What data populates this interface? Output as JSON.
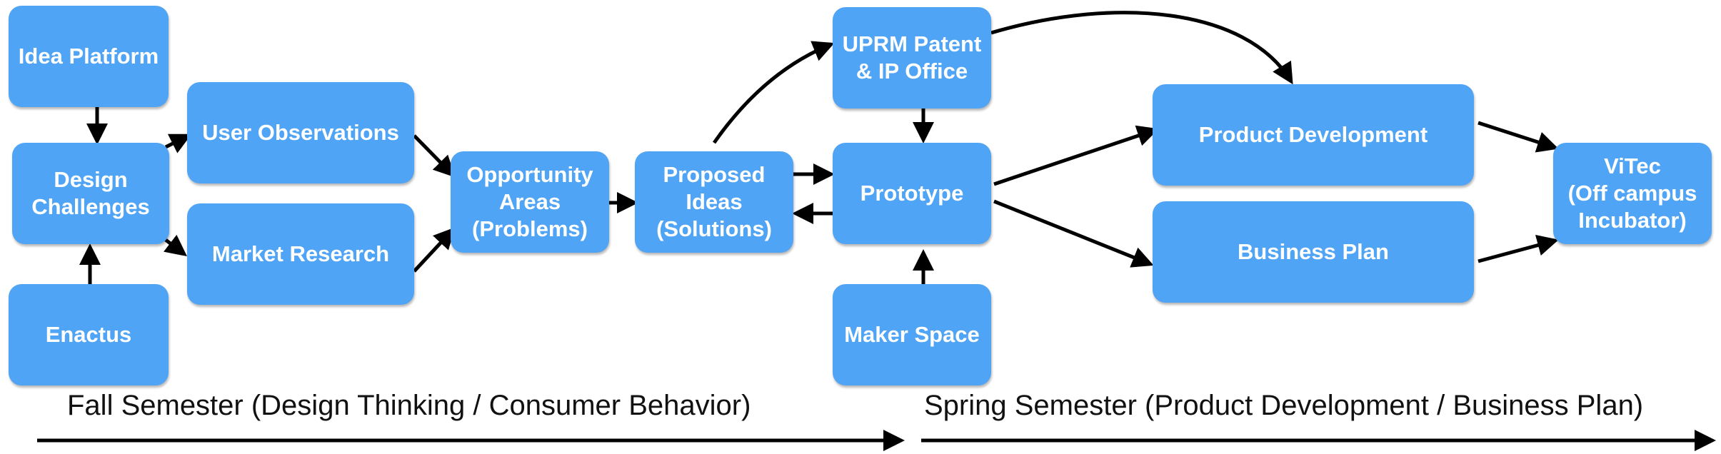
{
  "diagram": {
    "nodes": {
      "idea_platform": "Idea Platform",
      "design_challenges": "Design\nChallenges",
      "enactus": "Enactus",
      "user_observations": "User Observations",
      "market_research": "Market Research",
      "opportunity_areas": "Opportunity\nAreas\n(Problems)",
      "proposed_ideas": "Proposed\nIdeas\n(Solutions)",
      "uprm_patent": "UPRM Patent\n& IP Office",
      "prototype": "Prototype",
      "maker_space": "Maker Space",
      "product_development": "Product Development",
      "business_plan": "Business Plan",
      "vitec": "ViTec\n(Off campus\nIncubator)"
    },
    "captions": {
      "fall": "Fall Semester (Design Thinking / Consumer Behavior)",
      "spring": "Spring Semester (Product Development / Business Plan)"
    },
    "colors": {
      "node_fill": "#50a4f5",
      "node_text": "#ffffff",
      "arrow": "#000000"
    },
    "edges": [
      [
        "idea_platform",
        "design_challenges"
      ],
      [
        "enactus",
        "design_challenges"
      ],
      [
        "design_challenges",
        "user_observations"
      ],
      [
        "design_challenges",
        "market_research"
      ],
      [
        "user_observations",
        "opportunity_areas"
      ],
      [
        "market_research",
        "opportunity_areas"
      ],
      [
        "opportunity_areas",
        "proposed_ideas"
      ],
      [
        "proposed_ideas",
        "prototype"
      ],
      [
        "prototype",
        "proposed_ideas"
      ],
      [
        "proposed_ideas",
        "uprm_patent"
      ],
      [
        "uprm_patent",
        "prototype"
      ],
      [
        "uprm_patent",
        "product_development"
      ],
      [
        "maker_space",
        "prototype"
      ],
      [
        "prototype",
        "product_development"
      ],
      [
        "prototype",
        "business_plan"
      ],
      [
        "product_development",
        "vitec"
      ],
      [
        "business_plan",
        "vitec"
      ]
    ]
  }
}
